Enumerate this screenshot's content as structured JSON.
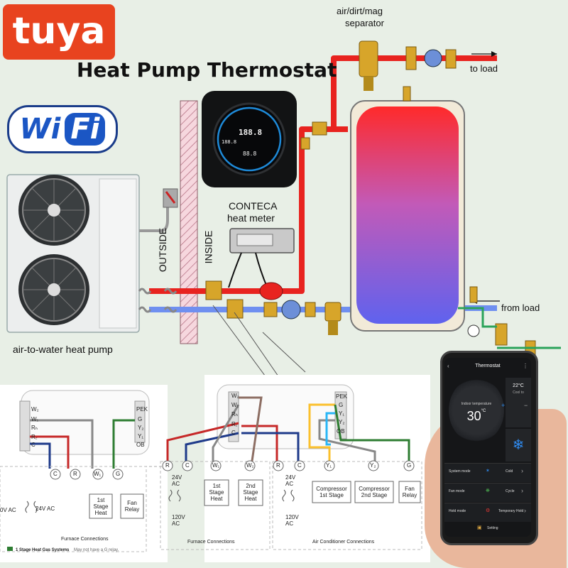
{
  "brand": {
    "tuya": "tuya",
    "wifi_left": "Wi",
    "wifi_right": "Fi"
  },
  "title": "Heat Pump Thermostat",
  "labels": {
    "separator_line1": "air/dirt/mag",
    "separator_line2": "separator",
    "to_load": "to load",
    "from_load": "from load",
    "meter_line1": "CONTECA",
    "meter_line2": "heat meter",
    "outside": "OUTSIDE",
    "inside": "INSIDE",
    "heat_pump": "air-to-water heat pump"
  },
  "thermostat_display": {
    "top": "188.8",
    "mid": "188.8",
    "bottom": "88.8"
  },
  "left_panel": {
    "terminals": [
      "W₂",
      "W₁",
      "Rₕ",
      "R꜀",
      "C"
    ],
    "right_terminals": [
      "PEK",
      "G",
      "Y₂",
      "Y₁",
      "OB"
    ],
    "nodes": [
      "C",
      "R",
      "W₁",
      "G"
    ],
    "boxes": [
      "1st Stage Heat",
      "Fan Relay"
    ],
    "volt_24": "24V AC",
    "volt_left": "0V AC",
    "caption": "Furnace Connections",
    "legend_text": "1 Stage Heat Gas Systems",
    "legend_note": "May not have a G relay."
  },
  "mid_panel": {
    "terminals": [
      "W₂",
      "W₁",
      "Rₕ",
      "R꜀",
      "C"
    ],
    "right_terminals": [
      "PEK",
      "G",
      "Y₁",
      "Y₂",
      "OB"
    ],
    "furnace_nodes": [
      "R",
      "C",
      "W₁",
      "W₂"
    ],
    "ac_nodes": [
      "R",
      "C",
      "Y₁",
      "Y₂",
      "G"
    ],
    "furnace_boxes": [
      "1st Stage Heat",
      "2nd Stage Heat"
    ],
    "ac_boxes": [
      "Compressor 1st Stage",
      "Compressor 2nd Stage",
      "Fan Relay"
    ],
    "volt_24": "24V AC",
    "volt_120": "120V AC",
    "furnace_caption": "Furnace Connections",
    "ac_caption": "Air Conditioner Connections"
  },
  "phone": {
    "header": "Thermostat",
    "setpoint": "22°C",
    "setpoint_label": "Cool to",
    "indoor_label": "Indoor temperature",
    "indoor_value": "30",
    "indoor_unit": "°C",
    "rows": [
      {
        "label": "System mode",
        "value": "Cold"
      },
      {
        "label": "Fan mode",
        "value": "Cycle"
      },
      {
        "label": "Hold mode",
        "value": "Temporary Hold"
      }
    ],
    "footer": "Setting"
  },
  "colors": {
    "hot": "#e8231f",
    "cold": "#6f8ff0",
    "brand_red": "#e8431f",
    "wifi_blue": "#1b56c4"
  }
}
